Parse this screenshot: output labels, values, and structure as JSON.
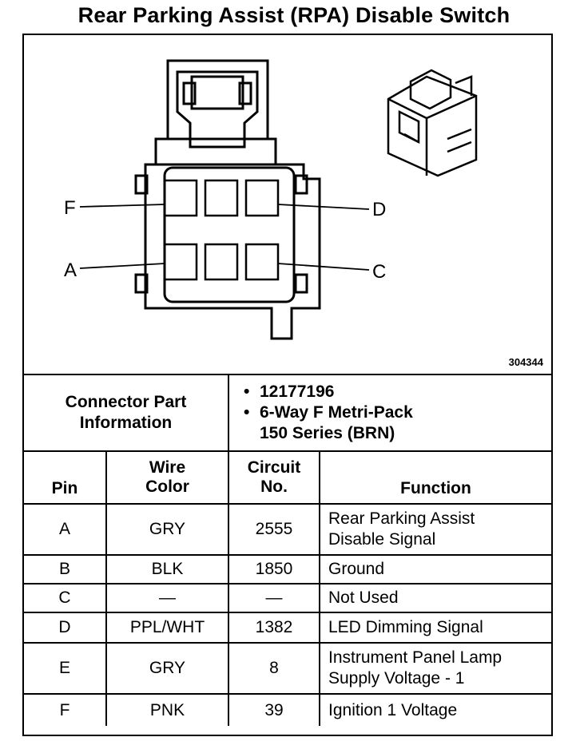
{
  "title": "Rear Parking Assist (RPA) Disable Switch",
  "diagram": {
    "image_number": "304344",
    "cavity_labels": {
      "f": "F",
      "d": "D",
      "a": "A",
      "c": "C"
    }
  },
  "connector_info": {
    "label_line1": "Connector Part",
    "label_line2": "Information",
    "part_number": "12177196",
    "desc_line1": "6-Way F Metri-Pack",
    "desc_line2": "150 Series (BRN)"
  },
  "columns": {
    "pin": "Pin",
    "wire_line1": "Wire",
    "wire_line2": "Color",
    "circuit_line1": "Circuit",
    "circuit_line2": "No.",
    "function": "Function"
  },
  "rows": [
    {
      "pin": "A",
      "wire": "GRY",
      "circuit": "2555",
      "func1": "Rear Parking Assist",
      "func2": "Disable Signal"
    },
    {
      "pin": "B",
      "wire": "BLK",
      "circuit": "1850",
      "func1": "Ground",
      "func2": ""
    },
    {
      "pin": "C",
      "wire": "—",
      "circuit": "—",
      "func1": "Not Used",
      "func2": ""
    },
    {
      "pin": "D",
      "wire": "PPL/WHT",
      "circuit": "1382",
      "func1": "LED Dimming Signal",
      "func2": ""
    },
    {
      "pin": "E",
      "wire": "GRY",
      "circuit": "8",
      "func1": "Instrument Panel Lamp",
      "func2": "Supply Voltage - 1"
    },
    {
      "pin": "F",
      "wire": "PNK",
      "circuit": "39",
      "func1": "Ignition 1 Voltage",
      "func2": ""
    }
  ]
}
